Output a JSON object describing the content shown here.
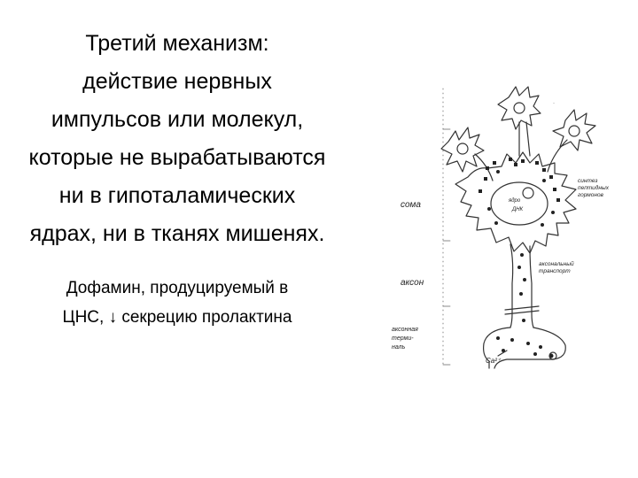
{
  "title": {
    "lines": [
      "Третий механизм:",
      "действие нервных",
      "импульсов или молекул,",
      "которые не вырабатываются",
      "ни в гипоталамических",
      "ядрах, ни в тканях мишенях."
    ]
  },
  "subtitle": {
    "lines": [
      "Дофамин, продуцируемый в",
      "ЦНС, ↓ секрецию пролактина"
    ]
  },
  "diagram": {
    "labels": {
      "soma": "сома",
      "axon": "аксон",
      "terminal_l1": "аксонная",
      "terminal_l2": "терми-",
      "terminal_l3": "наль",
      "synthesis_l1": "синтез",
      "synthesis_l2": "пептидных",
      "synthesis_l3": "гормонов",
      "transport_l1": "аксональный",
      "transport_l2": "транспорт",
      "nucleus_l1": "ядро",
      "nucleus_l2": "ДНК",
      "ion": "Ca²⁺"
    }
  }
}
